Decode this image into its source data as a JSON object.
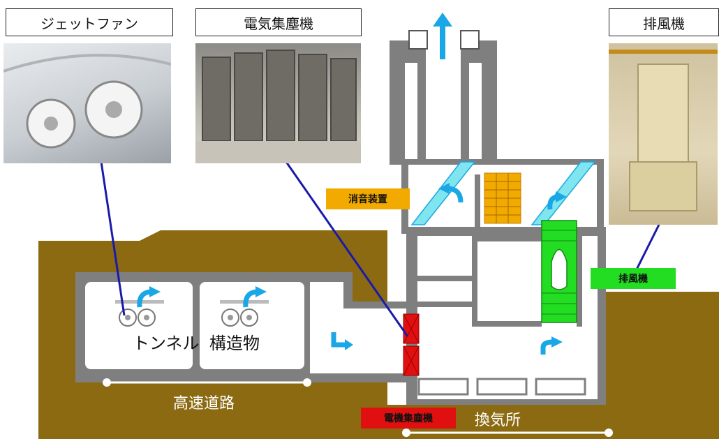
{
  "photo_titles": {
    "jet_fan": "ジェットファン",
    "esp": "電気集塵機",
    "exhaust_fan": "排風機"
  },
  "equipment_tags": {
    "silencer": "消音装置",
    "exhaust_fan": "排風機",
    "electrostatic_precipitator": "電機集塵機"
  },
  "diagram_labels": {
    "tunnel": "トンネル",
    "structure": "構造物",
    "expressway": "高速道路",
    "ventilation_station": "換気所"
  },
  "colors": {
    "ground": "#8b6a12",
    "structure_gray": "#7f7f7f",
    "airflow_blue": "#1aa7e6",
    "duct_cyan": "#7fe6f0",
    "silencer_orange": "#f2a900",
    "exhaust_fan_green": "#22dd22",
    "precipitator_red": "#e01010",
    "leader_line": "#1a1aaa"
  },
  "icons": [
    "up-arrow-icon",
    "curved-arrow-icon",
    "jet-fan-icon",
    "precipitator-filter-icon",
    "exhaust-fan-icon"
  ]
}
